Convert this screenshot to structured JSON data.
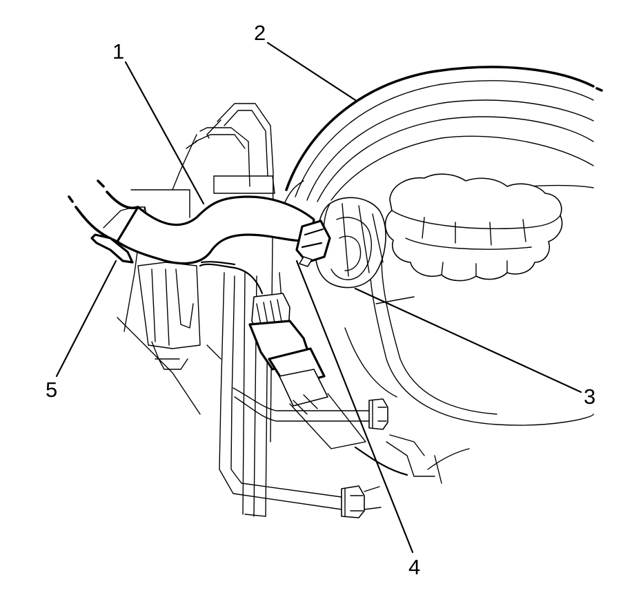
{
  "callouts": [
    {
      "id": "1",
      "label": "1"
    },
    {
      "id": "2",
      "label": "2"
    },
    {
      "id": "3",
      "label": "3"
    },
    {
      "id": "4",
      "label": "4"
    },
    {
      "id": "5",
      "label": "5"
    }
  ],
  "colors": {
    "ink": "#000000",
    "paper": "#ffffff"
  }
}
